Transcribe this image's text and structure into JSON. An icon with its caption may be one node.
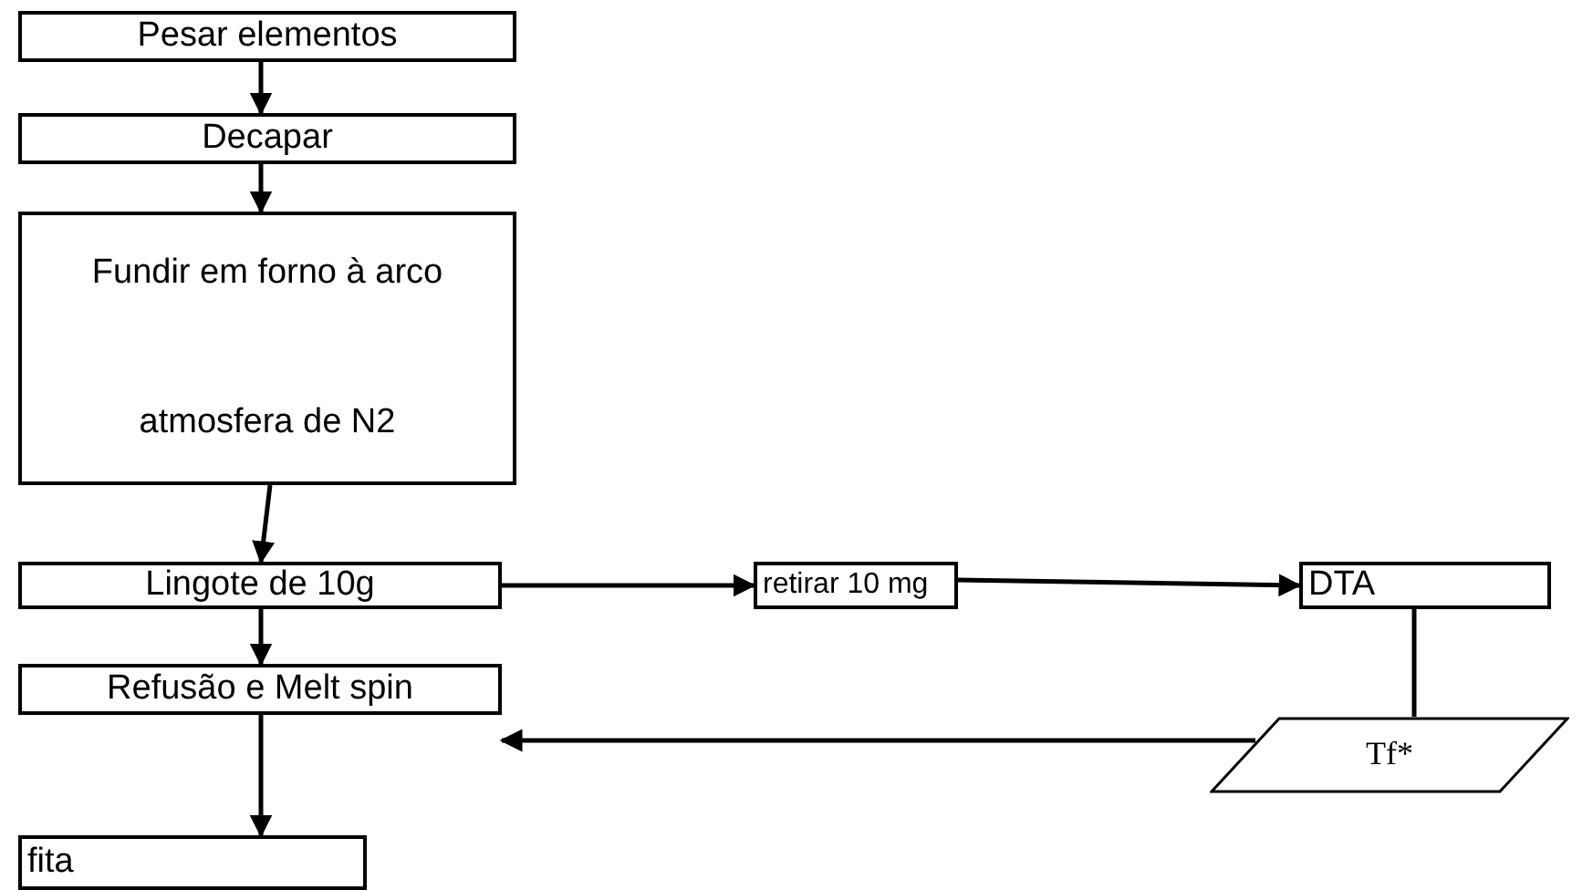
{
  "diagram": {
    "nodes": [
      {
        "text": [
          "Pesar elementos"
        ]
      },
      {
        "text": [
          "Decapar"
        ]
      },
      {
        "text": [
          "Fundir em forno à arco atmosfera de N2"
        ]
      },
      {
        "text": [
          "Lingote de 10g"
        ]
      },
      {
        "text": [
          "retirar 10 mg"
        ]
      },
      {
        "text": [
          "DTA"
        ]
      },
      {
        "text": [
          "Refusão e Melt spin"
        ]
      },
      {
        "text": [
          "Tf*"
        ]
      },
      {
        "text": [
          "fita"
        ]
      }
    ],
    "edges": [
      {
        "from": 0,
        "to": 1,
        "arrow": "to"
      },
      {
        "from": 1,
        "to": 2,
        "arrow": "to"
      },
      {
        "from": 2,
        "to": 3,
        "arrow": "to"
      },
      {
        "from": 3,
        "to": 4,
        "arrow": "to"
      },
      {
        "from": 4,
        "to": 5,
        "arrow": "to"
      },
      {
        "from": 5,
        "to": 7,
        "arrow": "none"
      },
      {
        "from": 7,
        "to": 6,
        "arrow": "to"
      },
      {
        "from": 3,
        "to": 6,
        "arrow": "to"
      },
      {
        "from": 6,
        "to": 8,
        "arrow": "to"
      }
    ]
  }
}
